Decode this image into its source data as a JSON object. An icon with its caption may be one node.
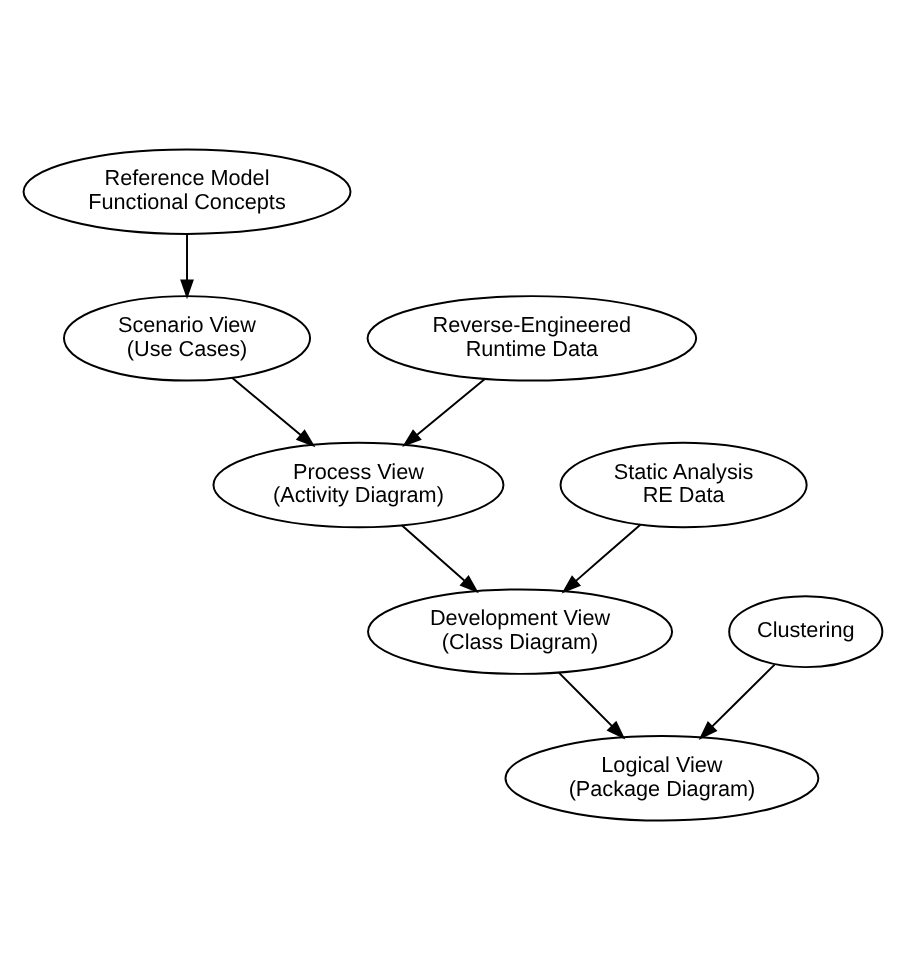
{
  "diagram": {
    "nodes": [
      {
        "text": [
          "Reference Model Functional Concepts"
        ]
      },
      {
        "text": [
          "Scenario View",
          "(Use Cases)"
        ]
      },
      {
        "text": [
          "Reverse-Engineered Runtime Data"
        ]
      },
      {
        "text": [
          "Process View",
          "(Activity Diagram)"
        ]
      },
      {
        "text": [
          "Static Analysis RE Data"
        ]
      },
      {
        "text": [
          "Development View",
          "(Class Diagram)"
        ]
      },
      {
        "text": [
          "Clustering"
        ]
      },
      {
        "text": [
          "Logical View",
          "(Package Diagram)"
        ]
      }
    ],
    "edges": [
      {
        "from": 0,
        "to": 1,
        "arrow": "to"
      },
      {
        "from": 1,
        "to": 3,
        "arrow": "to"
      },
      {
        "from": 2,
        "to": 3,
        "arrow": "to"
      },
      {
        "from": 3,
        "to": 5,
        "arrow": "to"
      },
      {
        "from": 4,
        "to": 5,
        "arrow": "to"
      },
      {
        "from": 5,
        "to": 7,
        "arrow": "to"
      },
      {
        "from": 6,
        "to": 7,
        "arrow": "to"
      }
    ]
  }
}
